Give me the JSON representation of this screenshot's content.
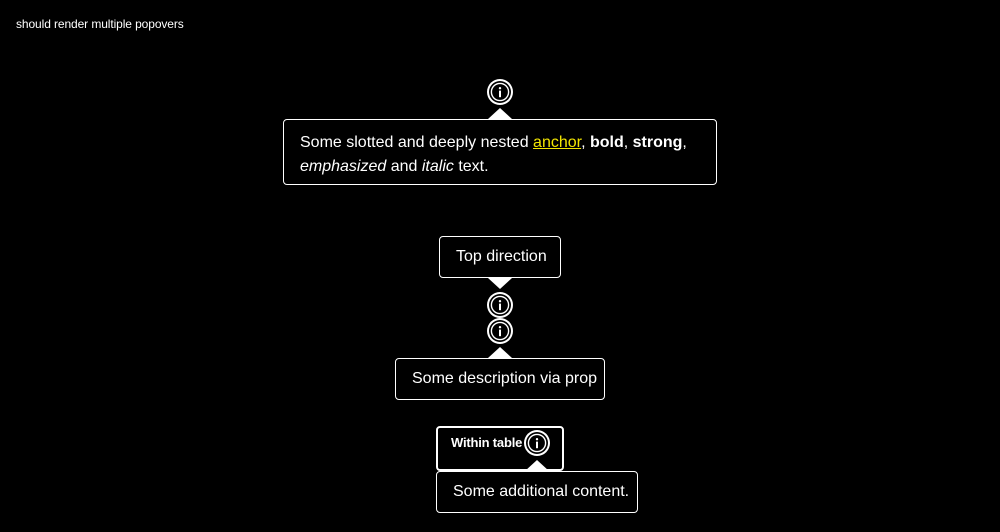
{
  "title": "should render multiple popovers",
  "popover_one": {
    "text_start": "Some slotted and deeply nested ",
    "link": "anchor",
    "comma1": ", ",
    "bold": "bold",
    "comma2": ", ",
    "strong": "strong",
    "comma3": ",",
    "emphasized": "emphasized",
    "and": " and ",
    "italic": "italic",
    "text_end": " text."
  },
  "popover_two": {
    "text": "Top direction"
  },
  "popover_three": {
    "text": "Some description via prop"
  },
  "table": {
    "label": "Within table"
  },
  "popover_four": {
    "text": "Some additional content."
  },
  "icon": "info-icon",
  "colors": {
    "background": "#000000",
    "foreground": "#ffffff",
    "link": "#f3e600"
  }
}
